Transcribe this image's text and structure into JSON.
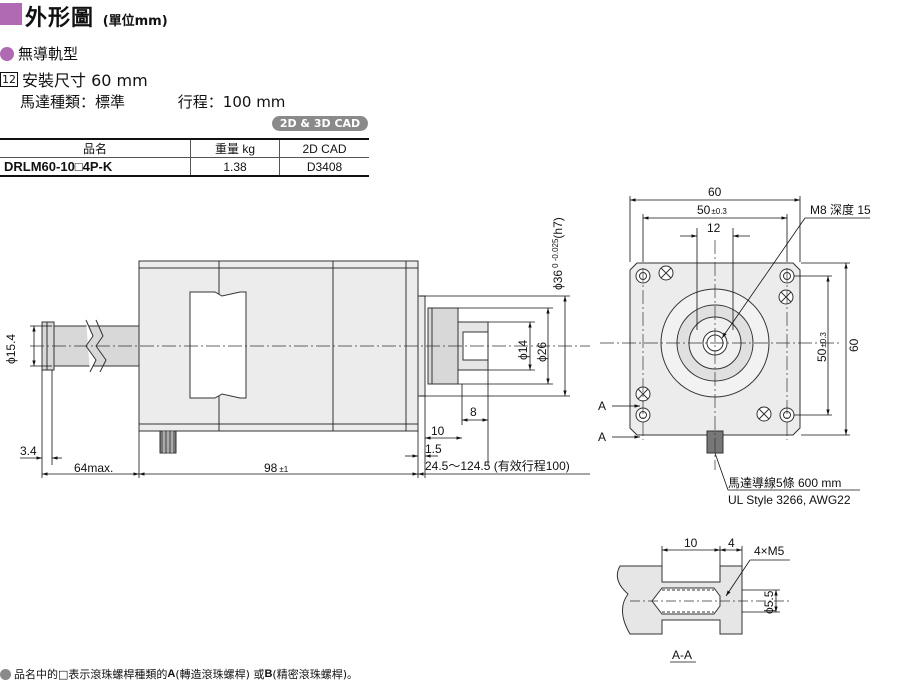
{
  "colors": {
    "accent": "#b06ab3",
    "badge": "#8a8a8a"
  },
  "title": {
    "main": "外形圖",
    "sub": "(單位mm)"
  },
  "type_label": "無導軌型",
  "size_marker": "12",
  "size_label": "安裝尺寸 60 mm",
  "motor_type": "馬達種類：標準",
  "stroke": "行程：100 mm",
  "cad_badge": "2D & 3D CAD",
  "table": {
    "headers": [
      "品名",
      "重量 kg",
      "2D CAD"
    ],
    "rows": [
      [
        "DRLM60-10□4P-K",
        "1.38",
        "D3408"
      ]
    ]
  },
  "dims": {
    "total_width": "60",
    "hole_pitch_tol": "50",
    "tol_03": "±0.3",
    "pilot": "12",
    "tap": "M8 深度 15",
    "shaft_dia_prefix": "ϕ36",
    "shaft_dia_tol": "0  -0.025",
    "shaft_dia_fit": "(h7)",
    "nut_dia": "ϕ14",
    "flange_dia": "ϕ26",
    "screw_dia": "ϕ15.4",
    "d8": "8",
    "d10": "10",
    "d15": "1.5",
    "d34": "3.4",
    "d64": "64max.",
    "d98": "98",
    "tol_1": "±1",
    "stroke_range": "24.5～124.5 (有效行程100)",
    "side_60": "60",
    "side_50": "50",
    "section_a": "A",
    "lead_wire": "馬達導線5條 600 mm",
    "lead_spec": "UL Style 3266, AWG22",
    "sec_10": "10",
    "sec_4": "4",
    "sec_m5": "4×M5",
    "sec_55": "ϕ5.5",
    "sec_title": "A-A"
  },
  "footer": {
    "t1": "品名中的",
    "t2": "□",
    "t3": "表示滾珠螺桿種類的",
    "a": "A",
    "t4": "(轉造滾珠螺桿) 或",
    "b": "B",
    "t5": "(精密滾珠螺桿)。"
  }
}
